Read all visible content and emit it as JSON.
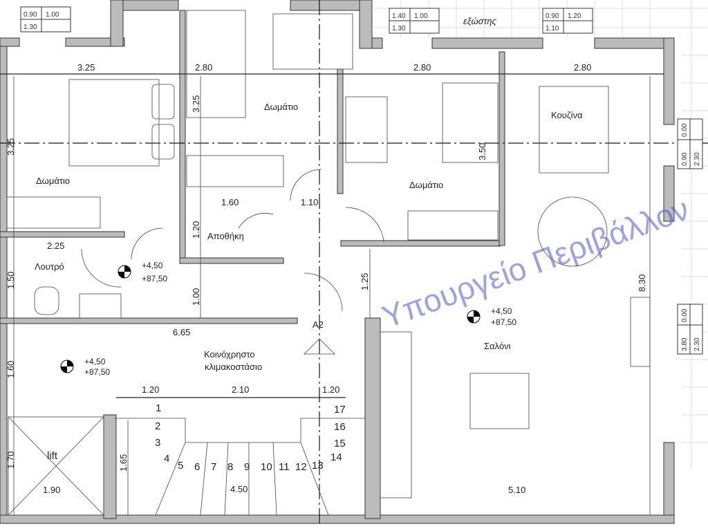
{
  "rooms": {
    "bedroom_left": "Δωμάτιο",
    "bedroom_mid": "Δωμάτιο",
    "bedroom_right": "Δωμάτιο",
    "kitchen": "Κουζίνα",
    "storage": "Αποθήκη",
    "bathroom": "Λουτρό",
    "stairwell_line1": "Κοινόχρηστο",
    "stairwell_line2": "κλιμακοστάσιο",
    "living": "Σαλόνι",
    "lift": "lift",
    "balcony": "εξώστης"
  },
  "levels": [
    {
      "a": "+4,50",
      "b": "+87,50"
    },
    {
      "a": "+4,50",
      "b": "+87,50"
    },
    {
      "a": "+4,50",
      "b": "+87,50"
    }
  ],
  "dimensions": {
    "top_1": "3.25",
    "top_2": "2.80",
    "top_3": "2.80",
    "top_4": "2.80",
    "left_325": "3.25",
    "mid_325": "3.25",
    "right_350": "3.50",
    "d_160a": "1.60",
    "d_110": "1.10",
    "d_120v": "1.20",
    "d_225": "2.25",
    "d_150": "1.50",
    "d_100": "1.00",
    "d_125": "1.25",
    "d_665": "6.65",
    "d_160b": "1.60",
    "d_830": "8.30",
    "d_120a": "1.20",
    "d_210": "2.10",
    "d_120b": "1.20",
    "d_170": "1.70",
    "d_165": "1.65",
    "d_190": "1.90",
    "d_450": "4.50",
    "d_510": "5.10"
  },
  "section_mark": "A2",
  "window_tables": [
    {
      "r1": [
        "0.90",
        "1.00"
      ],
      "r2": [
        "1.30",
        ""
      ]
    },
    {
      "r1": [
        "1.40",
        "1.00"
      ],
      "r2": [
        "1.30",
        ""
      ]
    },
    {
      "r1": [
        "0.90",
        "1.20"
      ],
      "r2": [
        "1.10",
        ""
      ]
    },
    {
      "r1": [
        "0.00",
        ""
      ],
      "r2": [
        "0.90",
        "2.30"
      ]
    },
    {
      "r1": [
        "0.00",
        ""
      ],
      "r2": [
        "3.80",
        "2.30"
      ]
    }
  ],
  "stair_steps": [
    "1",
    "2",
    "3",
    "4",
    "5",
    "6",
    "7",
    "8",
    "9",
    "10",
    "11",
    "12",
    "13",
    "14",
    "15",
    "16",
    "17"
  ],
  "watermark": "Υπουργείο Περιβάλλον",
  "colors": {
    "watermark": "#4a55d8",
    "wall": "#bbbbbb",
    "line": "#222222"
  }
}
